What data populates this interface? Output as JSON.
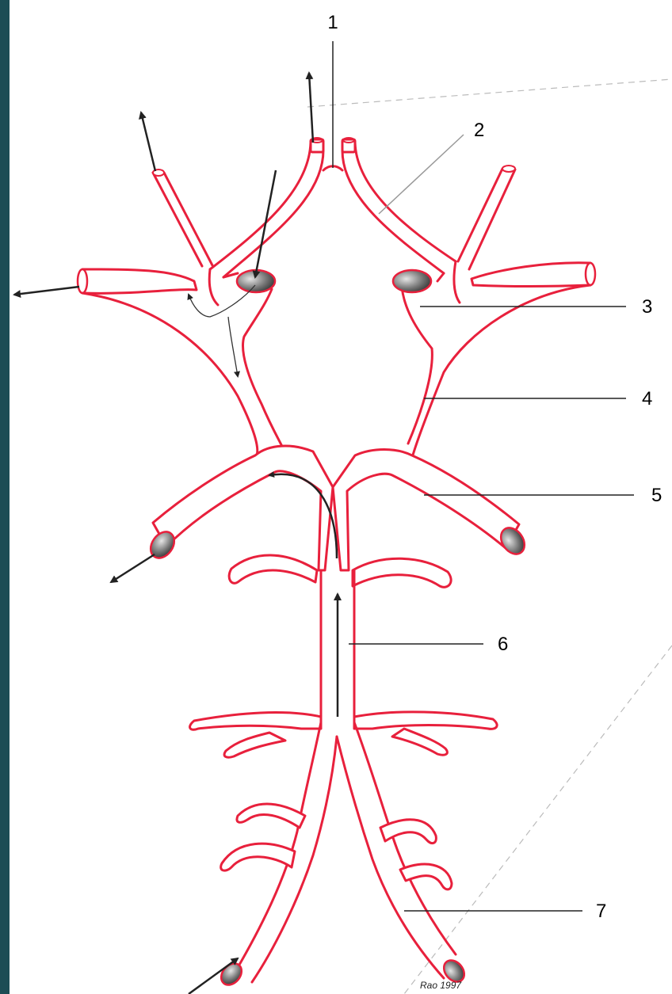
{
  "colors": {
    "vessel": "#e8203c",
    "left_band": "#1d4d55",
    "background": "#ffffff",
    "arrow": "#222222"
  },
  "labels": [
    "1",
    "2",
    "3",
    "4",
    "5",
    "6",
    "7"
  ],
  "credit": "Rao 1997"
}
